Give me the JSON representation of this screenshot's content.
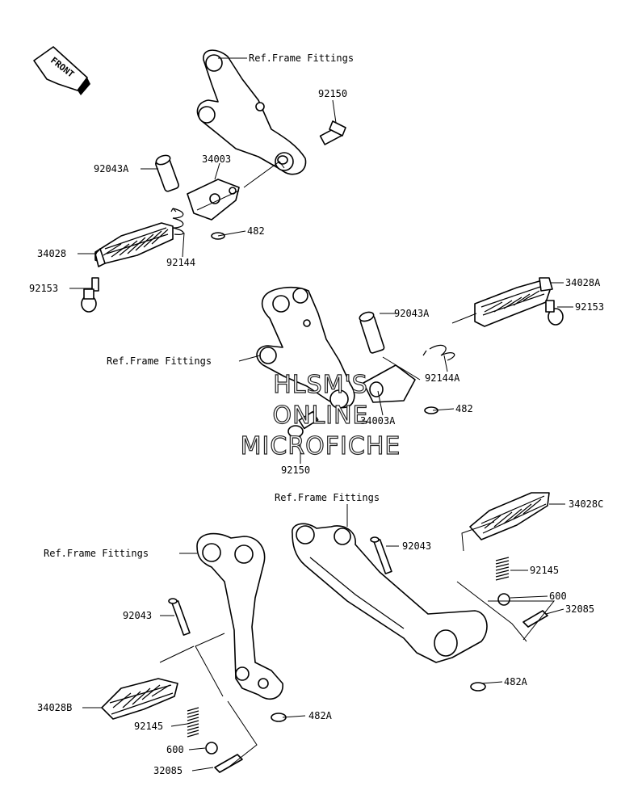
{
  "direction_badge": {
    "label": "FRONT"
  },
  "callouts": [
    {
      "id": "ref-top",
      "label": "Ref.Frame Fittings"
    },
    {
      "id": "92150-a",
      "label": "92150"
    },
    {
      "id": "92043A-a",
      "label": "92043A"
    },
    {
      "id": "34003",
      "label": "34003"
    },
    {
      "id": "482-a",
      "label": "482"
    },
    {
      "id": "34028",
      "label": "34028"
    },
    {
      "id": "92144",
      "label": "92144"
    },
    {
      "id": "92153-a",
      "label": "92153"
    },
    {
      "id": "34028A",
      "label": "34028A"
    },
    {
      "id": "92153-b",
      "label": "92153"
    },
    {
      "id": "92043A-b",
      "label": "92043A"
    },
    {
      "id": "ref-mid",
      "label": "Ref.Frame Fittings"
    },
    {
      "id": "92144A",
      "label": "92144A"
    },
    {
      "id": "482-b",
      "label": "482"
    },
    {
      "id": "34003A",
      "label": "34003A"
    },
    {
      "id": "92150-b",
      "label": "92150"
    },
    {
      "id": "ref-lower-right",
      "label": "Ref.Frame Fittings"
    },
    {
      "id": "34028C",
      "label": "34028C"
    },
    {
      "id": "92043-a",
      "label": "92043"
    },
    {
      "id": "ref-lower-left",
      "label": "Ref.Frame Fittings"
    },
    {
      "id": "92145-a",
      "label": "92145"
    },
    {
      "id": "600-a",
      "label": "600"
    },
    {
      "id": "32085-a",
      "label": "32085"
    },
    {
      "id": "92043-b",
      "label": "92043"
    },
    {
      "id": "482A-a",
      "label": "482A"
    },
    {
      "id": "34028B",
      "label": "34028B"
    },
    {
      "id": "482A-b",
      "label": "482A"
    },
    {
      "id": "92145-b",
      "label": "92145"
    },
    {
      "id": "600-b",
      "label": "600"
    },
    {
      "id": "32085-b",
      "label": "32085"
    }
  ],
  "watermark": {
    "line1": "HLSM'S",
    "line2": "ONLINE",
    "line3": "MICROFICHE"
  }
}
